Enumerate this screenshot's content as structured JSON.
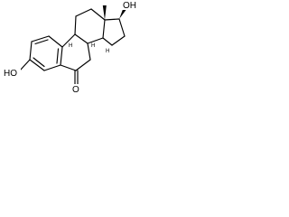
{
  "molecule": {
    "labels": {
      "phenol_oxygen": "HO",
      "hydroxyl_17": "OH",
      "ketone_oxygen": "O",
      "h_8": "H",
      "h_9": "H",
      "h_14": "H"
    },
    "colors": {
      "line": "#000000",
      "background": "#ffffff"
    }
  }
}
